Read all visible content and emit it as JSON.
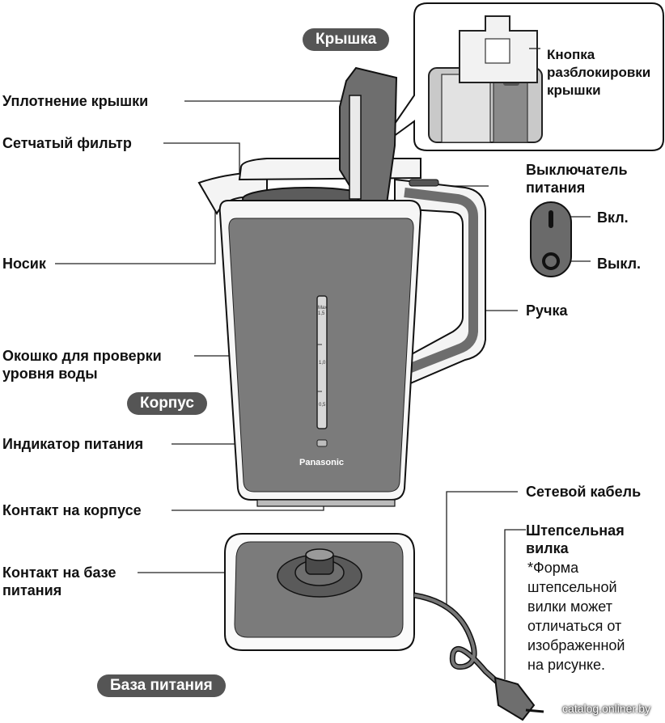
{
  "sections": {
    "lid": "Крышка",
    "body": "Корпус",
    "base": "База питания"
  },
  "labels": {
    "lid_seal": "Уплотнение крышки",
    "mesh_filter": "Сетчатый фильтр",
    "spout": "Носик",
    "water_window": "Окошко для проверки\nуровня воды",
    "power_indicator": "Индикатор питания",
    "body_contact": "Контакт на корпусе",
    "base_contact": "Контакт на базе\nпитания",
    "lid_release": "Кнопка\nразблокировки\nкрышки",
    "power_switch": "Выключатель\nпитания",
    "switch_on": "Вкл.",
    "switch_off": "Выкл.",
    "handle": "Ручка",
    "power_cord": "Сетевой кабель",
    "plug": "Штепсельная\nвилка"
  },
  "plug_note": "*Форма\nштепсельной\nвилки может\nотличаться от\nизображенной\nна рисунке.",
  "kettle": {
    "brand": "Panasonic",
    "scale_max": "Max\n1,5",
    "scale_mid": "1,0",
    "scale_min": "0,5"
  },
  "watermark": "catalog.onliner.by",
  "colors": {
    "body_gray": "#7b7b7b",
    "pill_bg": "#555555",
    "outline": "#1a1a1a"
  }
}
